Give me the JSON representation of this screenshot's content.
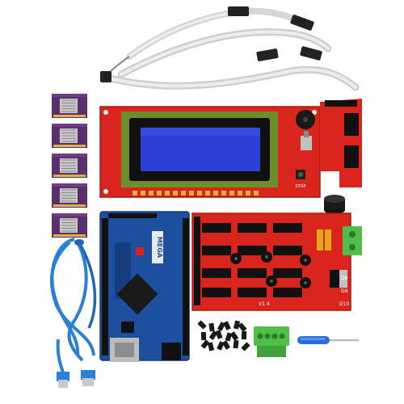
{
  "palette": {
    "background": "#ffffff",
    "pcb_red": "#d9251d",
    "pcb_blue": "#1d4f9f",
    "lcd_blue": "#2c3fd6",
    "lcd_bezel": "#111111",
    "pcb_green": "#5e8f2a",
    "driver_purple": "#5a2f6e",
    "cable_grey": "#d9d9d9",
    "usb_blue": "#2a7fd8",
    "terminal_green": "#4fbf4a"
  },
  "parts": {
    "mega_board": {
      "logo_text": "MEGA"
    },
    "lcd_controller": {
      "button_label": "STOP"
    },
    "ramps_shield": {
      "version_text": "V1.4",
      "label_d8": "D8",
      "label_d9": "D9",
      "label_d10": "D10"
    }
  },
  "counts": {
    "stepper_drivers": 5,
    "jumpers": 18
  }
}
